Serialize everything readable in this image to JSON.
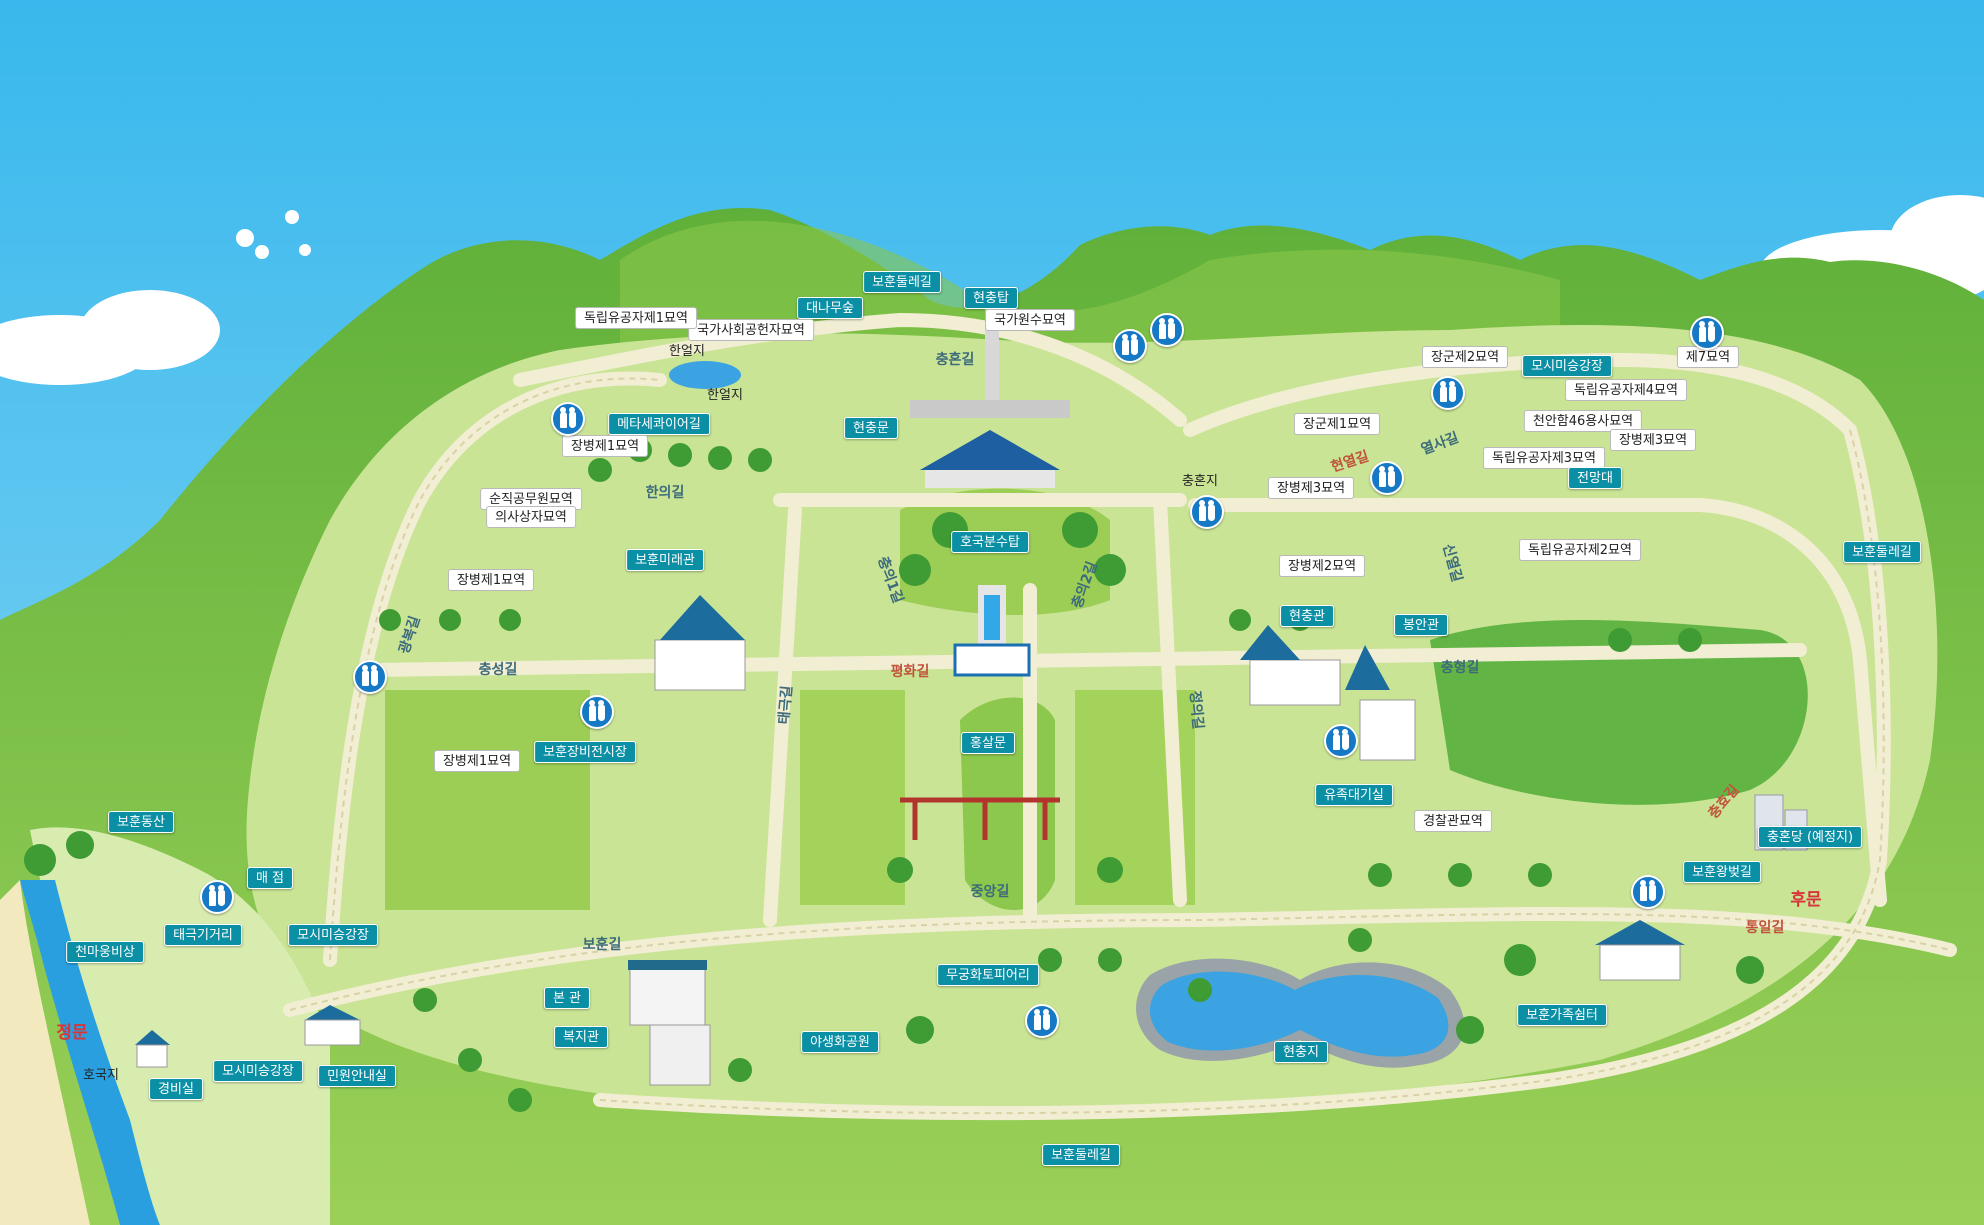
{
  "colors": {
    "sky": "#4cc3ee",
    "mountain": "#79c144",
    "grass": "#c2e08a",
    "lawn": "#9ccd55",
    "road": "#f1eed3",
    "water": "#3ba3e1",
    "label_bg": "#0b8fa5",
    "label_text": "#ffffff",
    "accent_red": "#d8343a"
  },
  "labels": [
    {
      "id": "botun-dulle-top",
      "text": "보훈둘레길",
      "style": "teal"
    },
    {
      "id": "hyeonchungtap",
      "text": "현충탑",
      "style": "teal"
    },
    {
      "id": "daenamu-sup",
      "text": "대나무숲",
      "style": "teal"
    },
    {
      "id": "gukgawonsu",
      "text": "국가원수묘역",
      "style": "white"
    },
    {
      "id": "gukga-sahoe",
      "text": "국가사회공헌자묘역",
      "style": "white"
    },
    {
      "id": "dongnip-1",
      "text": "독립유공자제1묘역",
      "style": "white"
    },
    {
      "id": "haneolji-top",
      "text": "한얼지",
      "style": "plain"
    },
    {
      "id": "haneolji",
      "text": "한얼지",
      "style": "plain"
    },
    {
      "id": "metasequoia",
      "text": "메타세콰이어길",
      "style": "teal"
    },
    {
      "id": "jangbyeong-1-top",
      "text": "장병제1묘역",
      "style": "white"
    },
    {
      "id": "hyeonchungmun",
      "text": "현충문",
      "style": "teal"
    },
    {
      "id": "sunjik",
      "text": "순직공무원묘역",
      "style": "white"
    },
    {
      "id": "uisasangja",
      "text": "의사상자묘역",
      "style": "white"
    },
    {
      "id": "hoguk-bunsu",
      "text": "호국분수탑",
      "style": "teal"
    },
    {
      "id": "jangbyeong-1-mid",
      "text": "장병제1묘역",
      "style": "white"
    },
    {
      "id": "bohun-mirae",
      "text": "보훈미래관",
      "style": "teal"
    },
    {
      "id": "jangbyeong-1-low",
      "text": "장병제1묘역",
      "style": "white"
    },
    {
      "id": "jangbi-jeonsi",
      "text": "보훈장비전시장",
      "style": "teal"
    },
    {
      "id": "hongsalmun",
      "text": "홍살문",
      "style": "teal"
    },
    {
      "id": "janggun-2",
      "text": "장군제2묘역",
      "style": "white"
    },
    {
      "id": "mosi-right",
      "text": "모시미승강장",
      "style": "teal"
    },
    {
      "id": "je7",
      "text": "제7묘역",
      "style": "white"
    },
    {
      "id": "dongnip-4",
      "text": "독립유공자제4묘역",
      "style": "white"
    },
    {
      "id": "janggun-1",
      "text": "장군제1묘역",
      "style": "white"
    },
    {
      "id": "cheonan",
      "text": "천안함46용사묘역",
      "style": "white"
    },
    {
      "id": "jangbyeong-3-right",
      "text": "장병제3묘역",
      "style": "white"
    },
    {
      "id": "dongnip-3",
      "text": "독립유공자제3묘역",
      "style": "white"
    },
    {
      "id": "jeonmangdae",
      "text": "전망대",
      "style": "teal"
    },
    {
      "id": "chungonji",
      "text": "충혼지",
      "style": "plain"
    },
    {
      "id": "jangbyeong-3",
      "text": "장병제3묘역",
      "style": "white"
    },
    {
      "id": "jangbyeong-2",
      "text": "장병제2묘역",
      "style": "white"
    },
    {
      "id": "dongnip-2",
      "text": "독립유공자제2묘역",
      "style": "white"
    },
    {
      "id": "bohun-dulle-right",
      "text": "보훈둘레길",
      "style": "teal"
    },
    {
      "id": "hyeonchunggwan",
      "text": "현충관",
      "style": "teal"
    },
    {
      "id": "bonggwan",
      "text": "봉안관",
      "style": "teal"
    },
    {
      "id": "yujok",
      "text": "유족대기실",
      "style": "teal"
    },
    {
      "id": "gyeongchal",
      "text": "경찰관묘역",
      "style": "white"
    },
    {
      "id": "chungondang",
      "text": "충혼당 (예정지)",
      "style": "teal"
    },
    {
      "id": "bohun-wangbeot",
      "text": "보훈왕벚길",
      "style": "teal"
    },
    {
      "id": "bohun-dongsan",
      "text": "보훈동산",
      "style": "teal"
    },
    {
      "id": "maejeom",
      "text": "매   점",
      "style": "teal"
    },
    {
      "id": "cheonma",
      "text": "천마웅비상",
      "style": "teal"
    },
    {
      "id": "taegeuk",
      "text": "태극기거리",
      "style": "teal"
    },
    {
      "id": "mosi-left",
      "text": "모시미승강장",
      "style": "teal"
    },
    {
      "id": "mosi-bottom",
      "text": "모시미승강장",
      "style": "teal"
    },
    {
      "id": "gyeongbisil",
      "text": "경비실",
      "style": "teal"
    },
    {
      "id": "minwon",
      "text": "민원안내실",
      "style": "teal"
    },
    {
      "id": "hogukji",
      "text": "호국지",
      "style": "plain"
    },
    {
      "id": "bongwan",
      "text": "본   관",
      "style": "teal"
    },
    {
      "id": "bokjigwan",
      "text": "복지관",
      "style": "teal"
    },
    {
      "id": "mugunghwa",
      "text": "무궁화토피어리",
      "style": "teal"
    },
    {
      "id": "yasaenghwa",
      "text": "야생화공원",
      "style": "teal"
    },
    {
      "id": "hyeonchungji",
      "text": "현충지",
      "style": "teal"
    },
    {
      "id": "bohun-gajok",
      "text": "보훈가족쉼터",
      "style": "teal"
    },
    {
      "id": "bohun-dulle-bottom",
      "text": "보훈둘레길",
      "style": "teal"
    }
  ],
  "roads": [
    {
      "id": "chungon-gil",
      "text": "충혼길"
    },
    {
      "id": "hanui-gil",
      "text": "한의길"
    },
    {
      "id": "chungui-gil",
      "text": "충의1길"
    },
    {
      "id": "chungui-2-gil",
      "text": "충의2길"
    },
    {
      "id": "pyeonghwa-gil",
      "text": "평화길"
    },
    {
      "id": "chungseong-gil",
      "text": "충성길"
    },
    {
      "id": "gwangbok-gil",
      "text": "광복길"
    },
    {
      "id": "taegeuk-gil",
      "text": "태극길"
    },
    {
      "id": "jeongui-gil",
      "text": "정의길"
    },
    {
      "id": "jungang-gil",
      "text": "중앙길"
    },
    {
      "id": "bohun-gil",
      "text": "보훈길"
    },
    {
      "id": "yeolsa-gil",
      "text": "열사길"
    },
    {
      "id": "hyeonyeol-gil",
      "text": "현열길"
    },
    {
      "id": "sinyeol-gil",
      "text": "신열길"
    },
    {
      "id": "chunghyo-gil",
      "text": "충효길"
    },
    {
      "id": "chunghyeong-gil",
      "text": "충형길"
    },
    {
      "id": "tongil-gil",
      "text": "통일길"
    }
  ],
  "gates": [
    {
      "id": "main-gate",
      "text": "정문"
    },
    {
      "id": "rear-gate",
      "text": "후문"
    }
  ],
  "icons": [
    {
      "id": "restroom-1",
      "name": "restroom-icon"
    },
    {
      "id": "restroom-2",
      "name": "restroom-icon"
    },
    {
      "id": "restroom-3",
      "name": "restroom-icon"
    },
    {
      "id": "restroom-4",
      "name": "restroom-icon"
    },
    {
      "id": "restroom-5",
      "name": "restroom-icon"
    },
    {
      "id": "restroom-6",
      "name": "restroom-icon"
    },
    {
      "id": "restroom-7",
      "name": "restroom-icon"
    },
    {
      "id": "restroom-8",
      "name": "restroom-icon"
    },
    {
      "id": "restroom-9",
      "name": "restroom-icon"
    },
    {
      "id": "restroom-10",
      "name": "restroom-icon"
    },
    {
      "id": "restroom-11",
      "name": "restroom-icon"
    },
    {
      "id": "restroom-12",
      "name": "restroom-icon"
    },
    {
      "id": "restroom-13",
      "name": "restroom-icon"
    }
  ]
}
